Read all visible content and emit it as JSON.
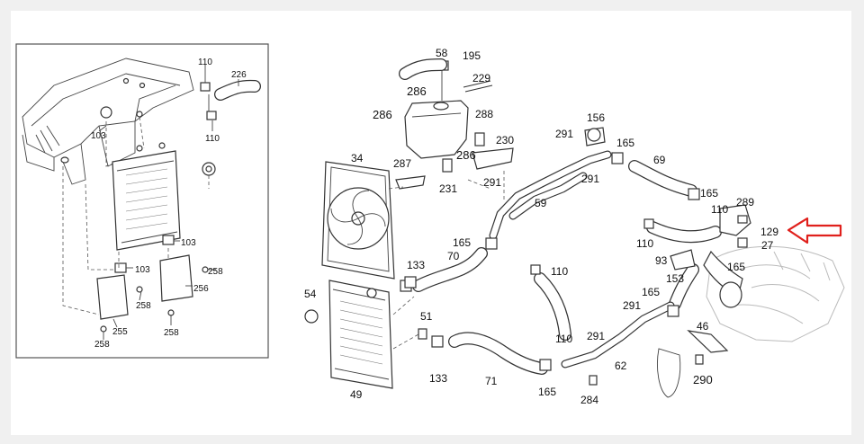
{
  "callout": {
    "part": "129",
    "arrow_color": "#e0201c"
  },
  "inset_labels": [
    "110",
    "226",
    "103",
    "110",
    "103",
    "103",
    "258",
    "256",
    "258",
    "255",
    "258",
    "258"
  ],
  "main_labels": [
    "58",
    "195",
    "229",
    "286",
    "286",
    "288",
    "230",
    "286",
    "287",
    "231",
    "156",
    "291",
    "165",
    "69",
    "291",
    "291",
    "59",
    "165",
    "289",
    "110",
    "129",
    "27",
    "110",
    "93",
    "165",
    "34",
    "165",
    "70",
    "133",
    "110",
    "54",
    "153",
    "165",
    "51",
    "291",
    "46",
    "133",
    "71",
    "110",
    "291",
    "165",
    "62",
    "284",
    "290",
    "49"
  ]
}
